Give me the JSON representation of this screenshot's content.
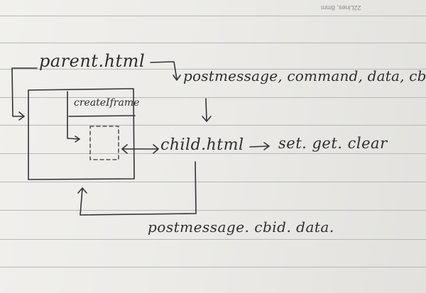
{
  "header": {
    "notebook_label": "22Lines, 8mm"
  },
  "diagram": {
    "parent_label": "parent.html",
    "iframe_label": "createIframe",
    "child_label": "child.html",
    "request_label": "postmessage, command, data, cbid",
    "actions_label": "set. get. clear",
    "response_label": "postmessage. cbid. data."
  },
  "colors": {
    "ink": "#333336",
    "paper": "#efeeeb",
    "rule_line": "#b9b8b6"
  }
}
